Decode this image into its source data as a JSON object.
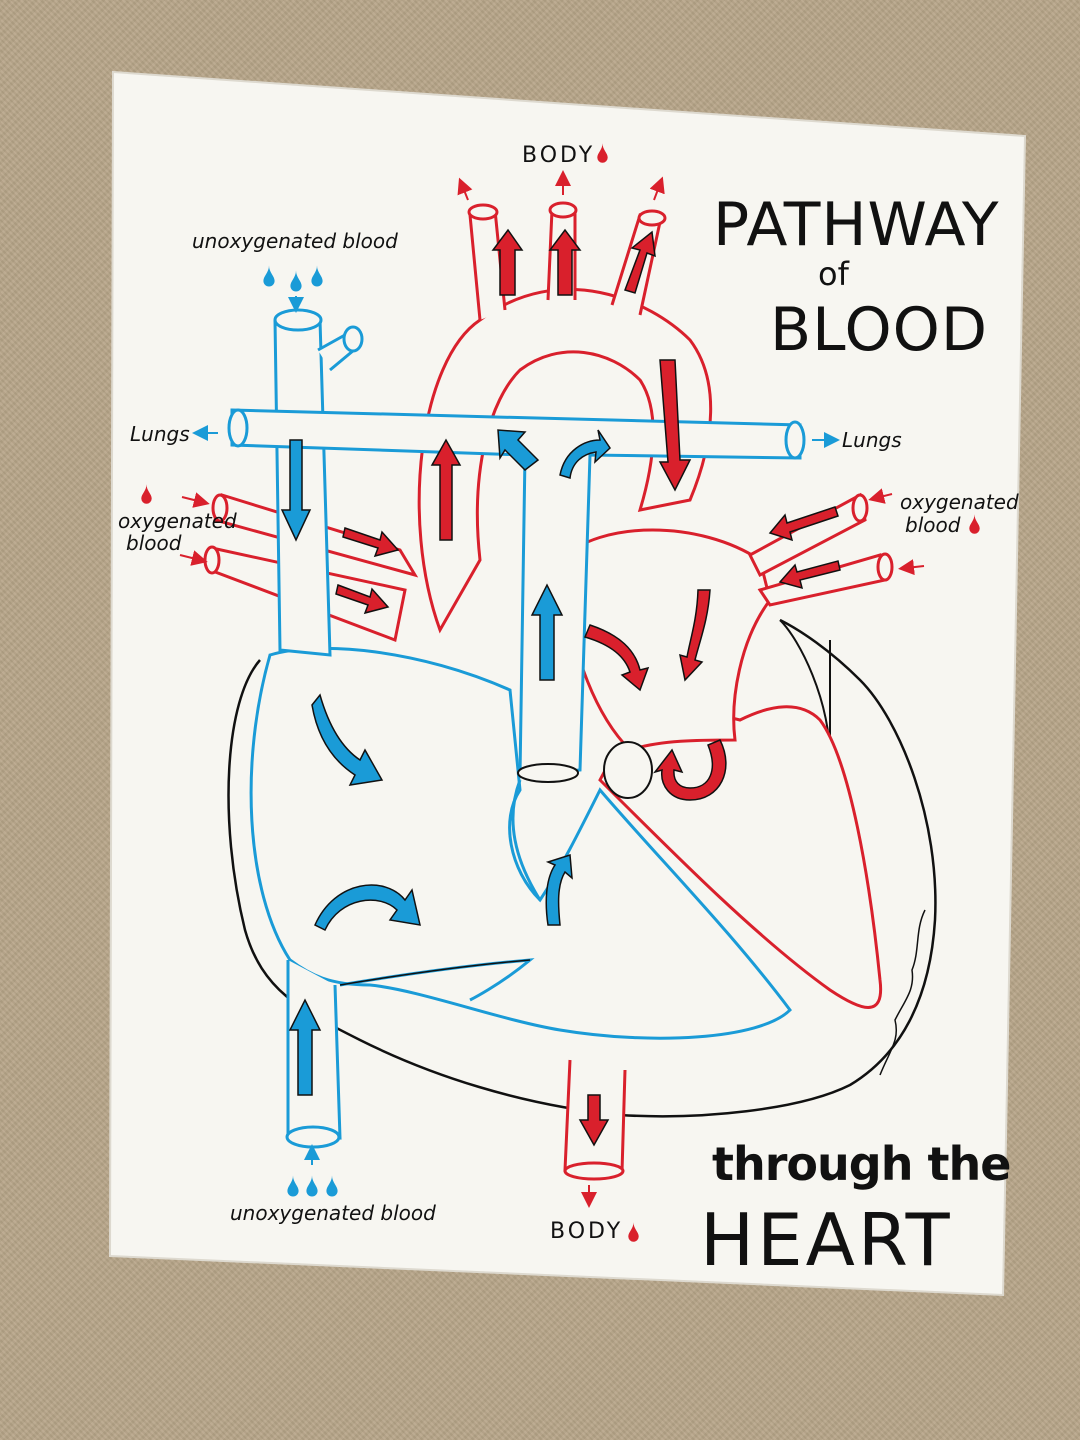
{
  "title": {
    "line1": "PATHWAY",
    "line2": "of",
    "line3": "BLOOD",
    "line4": "through the",
    "line5": "HEART"
  },
  "labels": {
    "body_top": "BODY",
    "body_bottom": "BODY",
    "unoxygenated_top": "unoxygenated blood",
    "unoxygenated_bottom": "unoxygenated blood",
    "lungs_left": "Lungs",
    "lungs_right": "Lungs",
    "oxygenated_left_1": "oxygenated",
    "oxygenated_left_2": "blood",
    "oxygenated_right_1": "oxygenated",
    "oxygenated_right_2": "blood"
  },
  "colors": {
    "deoxygenated": "#1a9bd7",
    "oxygenated": "#d9202c",
    "outline": "#111111",
    "paper": "#f7f6f1",
    "background": "#b7a588"
  },
  "icons": {
    "blue_drop": "water-drop-icon",
    "red_drop": "blood-drop-icon"
  }
}
